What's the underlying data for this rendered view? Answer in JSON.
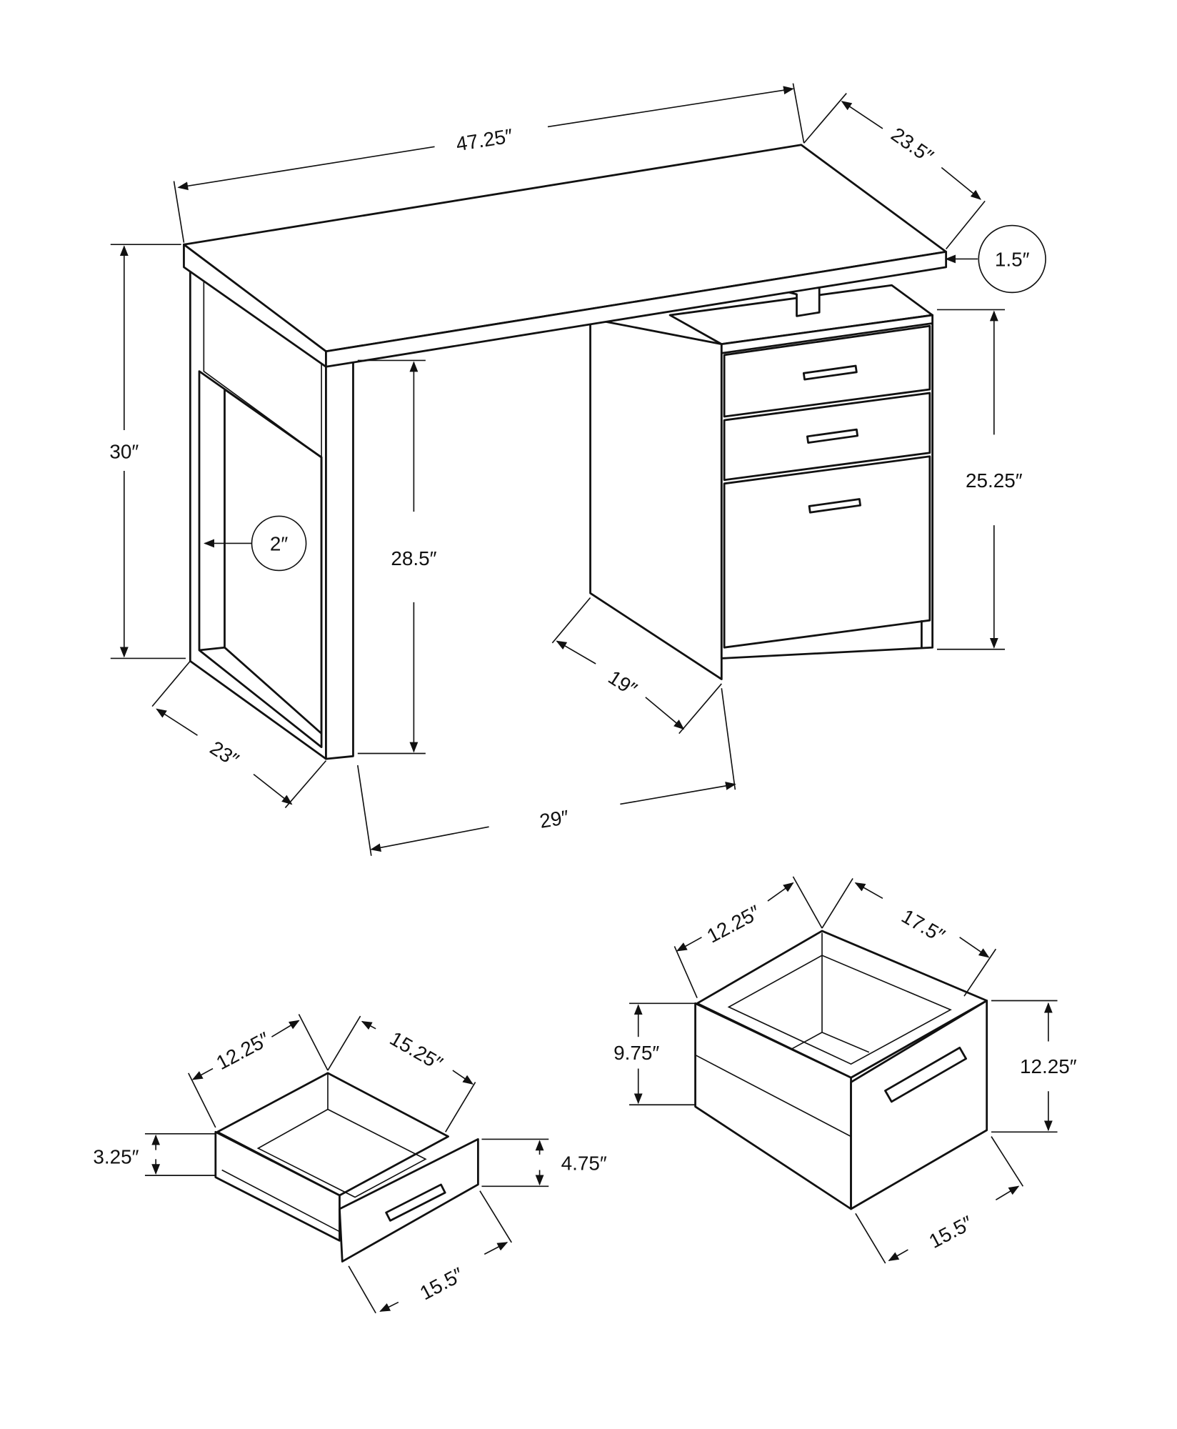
{
  "diagram": {
    "line_color": "#111111",
    "background": "#ffffff",
    "desk": {
      "width": "47.25″",
      "depth": "23.5″",
      "top_thickness": "1.5″",
      "height": "30″",
      "leg_thickness": "2″",
      "knee_height": "28.5″",
      "leg_depth": "23″",
      "knee_width": "29″",
      "cabinet_depth": "19″",
      "cabinet_height": "25.25″"
    },
    "small_drawer": {
      "width": "12.25″",
      "depth": "15.25″",
      "inner_height": "3.25″",
      "front_height": "4.75″",
      "front_width": "15.5″"
    },
    "large_drawer": {
      "width": "12.25″",
      "depth": "17.5″",
      "inner_height": "9.75″",
      "front_height": "12.25″",
      "front_width": "15.5″"
    }
  }
}
